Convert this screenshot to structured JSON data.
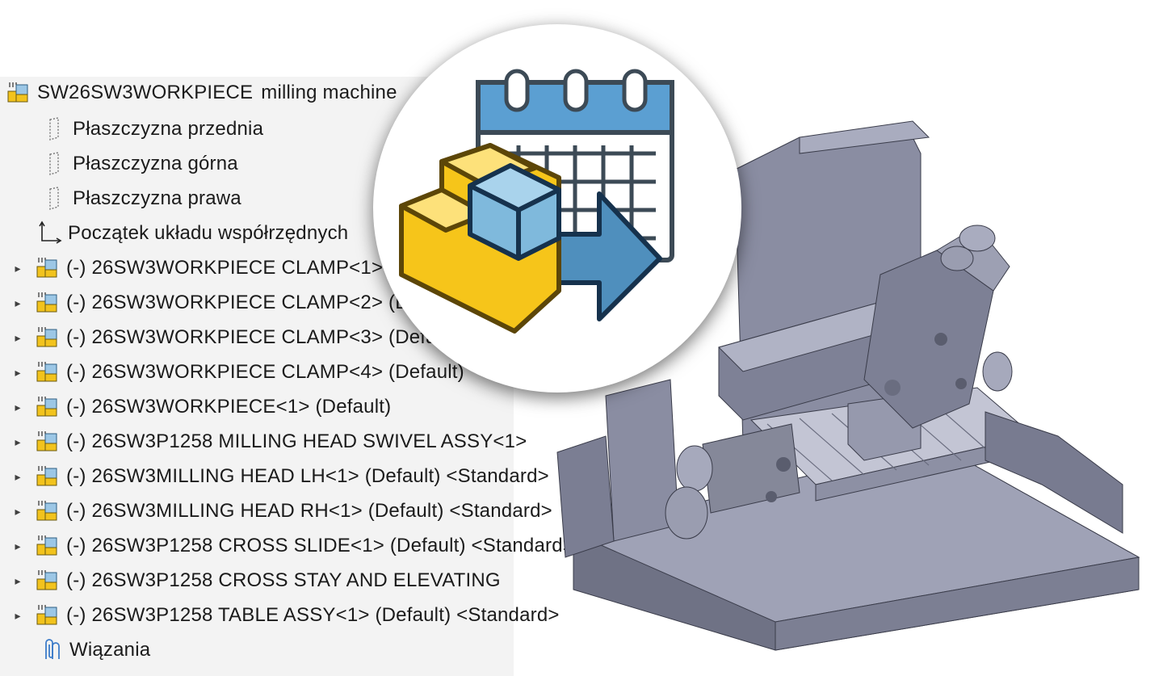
{
  "tree": {
    "root": {
      "name": "SW26SW3WORKPIECE",
      "suffix": "milling machine"
    },
    "planes": [
      {
        "label": "Płaszczyzna przednia"
      },
      {
        "label": "Płaszczyzna górna"
      },
      {
        "label": "Płaszczyzna prawa"
      }
    ],
    "origin": {
      "label": "Początek układu współrzędnych"
    },
    "components": [
      {
        "label": "(-) 26SW3WORKPIECE CLAMP<1> (Default)"
      },
      {
        "label": "(-) 26SW3WORKPIECE CLAMP<2> (Default)"
      },
      {
        "label": "(-) 26SW3WORKPIECE CLAMP<3> (Default)"
      },
      {
        "label": "(-) 26SW3WORKPIECE CLAMP<4> (Default)"
      },
      {
        "label": "(-) 26SW3WORKPIECE<1> (Default)"
      },
      {
        "label": "(-) 26SW3P1258 MILLING HEAD SWIVEL ASSY<1>"
      },
      {
        "label": "(-) 26SW3MILLING HEAD LH<1> (Default) <Standard>"
      },
      {
        "label": "(-) 26SW3MILLING HEAD RH<1> (Default) <Standard>"
      },
      {
        "label": "(-) 26SW3P1258 CROSS SLIDE<1> (Default) <Standard>"
      },
      {
        "label": "(-) 26SW3P1258 CROSS STAY AND ELEVATING"
      },
      {
        "label": "(-) 26SW3P1258 TABLE ASSY<1> (Default) <Standard>"
      }
    ],
    "mates": {
      "label": "Wiązania"
    }
  },
  "badge": {
    "icon": "schedule-export-icon"
  },
  "colors": {
    "panel": "#f3f3f3",
    "assembly_yellow": "#f6c51a",
    "cube_blue": "#7fb9dc",
    "arrow_blue": "#4f8fbd",
    "calendar_blue": "#5a9fd0",
    "model_gray": "#8f92a8"
  }
}
